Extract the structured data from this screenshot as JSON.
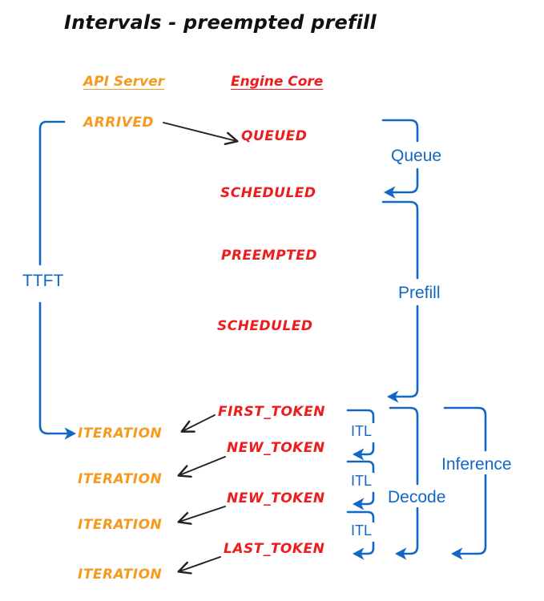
{
  "title": "Intervals - preempted prefill",
  "colors": {
    "orange": "#F59A1E",
    "red": "#EE1C1C",
    "blue": "#1168C4",
    "black": "#222222",
    "background": "#FFFFFF"
  },
  "columns": [
    {
      "id": "api-server",
      "label": "API Server",
      "color": "#F59A1E"
    },
    {
      "id": "engine-core",
      "label": "Engine Core",
      "color": "#EE1C1C"
    }
  ],
  "events": {
    "arrived": "ARRIVED",
    "queued": "QUEUED",
    "scheduled_1": "SCHEDULED",
    "preempted": "PREEMPTED",
    "scheduled_2": "SCHEDULED",
    "first_token": "FIRST_TOKEN",
    "new_token_1": "NEW_TOKEN",
    "new_token_2": "NEW_TOKEN",
    "last_token": "LAST_TOKEN",
    "iteration_1": "ITERATION",
    "iteration_2": "ITERATION",
    "iteration_3": "ITERATION",
    "iteration_4": "ITERATION"
  },
  "intervals": {
    "ttft": "TTFT",
    "queue": "Queue",
    "prefill": "Prefill",
    "decode": "Decode",
    "inference": "Inference",
    "itl_1": "ITL",
    "itl_2": "ITL",
    "itl_3": "ITL"
  }
}
